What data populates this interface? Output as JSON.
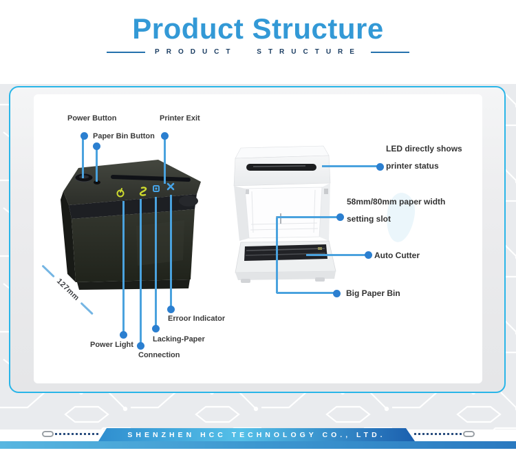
{
  "header": {
    "title": "Product Structure",
    "subtitle": "PRODUCT STRUCTURE"
  },
  "diagram": {
    "left_printer": {
      "illustration": "black-thermal-printer-front-top-view",
      "dimension_label": "127mm",
      "panel_icons": [
        "power-icon",
        "paper-feed-icon",
        "paper-status-icon",
        "error-cross-icon"
      ],
      "callouts_top": [
        {
          "label": "Power Button"
        },
        {
          "label": "Paper Bin Button"
        },
        {
          "label": "Printer Exit"
        }
      ],
      "callouts_bottom": [
        {
          "label": "Power Light"
        },
        {
          "label": "Connection"
        },
        {
          "label": "Lacking-Paper"
        },
        {
          "label": "Erroor Indicator"
        }
      ]
    },
    "right_printer": {
      "illustration": "white-printer-open-paper-bin-view",
      "callouts": [
        {
          "line1": "LED directly shows",
          "line2": "printer status"
        },
        {
          "line1": "58mm/80mm paper width",
          "line2": "setting slot"
        },
        {
          "line1": "Auto Cutter",
          "line2": ""
        },
        {
          "line1": "Big Paper Bin",
          "line2": ""
        }
      ]
    }
  },
  "footer": {
    "company": "SHENZHEN HCC TECHNOLOGY CO., LTD."
  },
  "colors": {
    "title_blue": "#3399d6",
    "subtitle_navy": "#1c3e63",
    "callout_line": "#4aa2de",
    "callout_dot": "#2b7fd0",
    "card_border": "#29b5e8",
    "banner_blue_light": "#55c0e8",
    "banner_blue_dark": "#1b5fae",
    "pattern_background": "#e9ebee"
  }
}
